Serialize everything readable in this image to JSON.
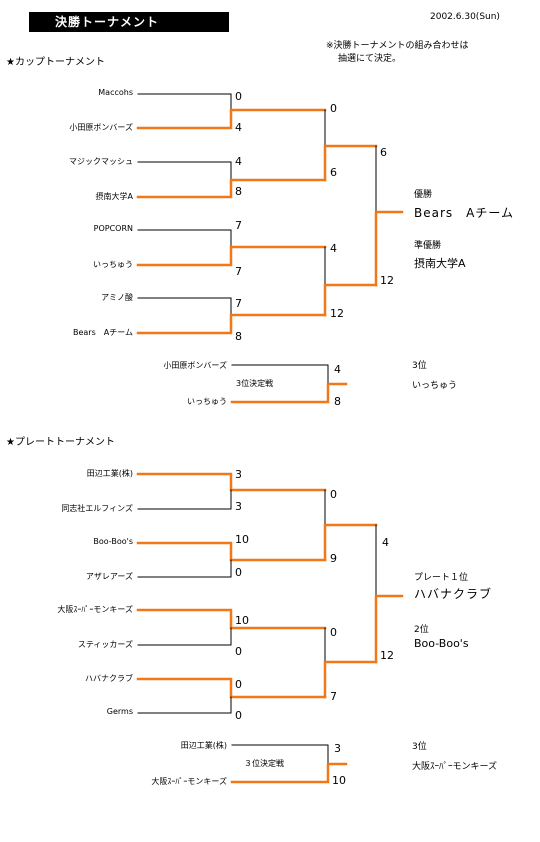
{
  "header": {
    "title": "決勝トーナメント",
    "date": "2002.6.30(Sun)",
    "note_line1": "※決勝トーナメントの組み合わせは",
    "note_line2": "抽選にて決定。"
  },
  "cup": {
    "heading": "★カップトーナメント",
    "teams": [
      "Maccohs",
      "小田原ボンバーズ",
      "マジックマッシュ",
      "摂南大学A",
      "POPCORN",
      "いっちゅう",
      "アミノ酸",
      "Bears　Aチーム"
    ],
    "r1_scores": [
      "0",
      "4",
      "4",
      "8",
      "7",
      "7",
      "7",
      "8"
    ],
    "r2_scores": [
      "0",
      "6",
      "4",
      "12"
    ],
    "final_scores": [
      "6",
      "12"
    ],
    "winner_label": "優勝",
    "winner_team": "Bears　Aチーム",
    "runner_label": "準優勝",
    "runner_team": "摂南大学A",
    "third": {
      "label": "3位決定戦",
      "teams": [
        "小田原ボンバーズ",
        "いっちゅう"
      ],
      "scores": [
        "4",
        "8"
      ],
      "result_label": "3位",
      "result_team": "いっちゅう"
    }
  },
  "plate": {
    "heading": "★プレートトーナメント",
    "teams": [
      "田辺工業(株)",
      "同志社エルフィンズ",
      "Boo-Boo's",
      "アザレアーズ",
      "大阪ｽｰﾊﾟｰモンキーズ",
      "スティッカーズ",
      "ハバナクラブ",
      "Germs"
    ],
    "r1_scores": [
      "3",
      "3",
      "10",
      "0",
      "10",
      "0",
      "0",
      "0"
    ],
    "r2_scores": [
      "0",
      "9",
      "0",
      "7"
    ],
    "final_scores": [
      "4",
      "12"
    ],
    "winner_label": "プレート１位",
    "winner_team": "ハバナクラブ",
    "runner_label": "2位",
    "runner_team": "Boo-Boo's",
    "third": {
      "label": "３位決定戦",
      "teams": [
        "田辺工業(株)",
        "大阪ｽｰﾊﾟｰモンキーズ"
      ],
      "scores": [
        "3",
        "10"
      ],
      "result_label": "3位",
      "result_team": "大阪ｽｰﾊﾟｰモンキーズ"
    }
  },
  "colors": {
    "winner_line": "#f07818",
    "loser_line": "#000000"
  }
}
